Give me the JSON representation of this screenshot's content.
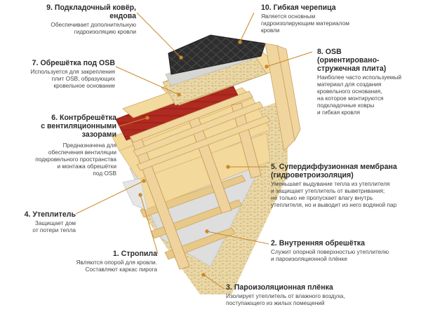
{
  "callouts": {
    "c9": {
      "title_line1": "9. Подкладочный ковёр,",
      "title_line2": "ендова",
      "desc_line1": "Обеспечивает дополнительную",
      "desc_line2": "гидроизоляцию кровли"
    },
    "c10": {
      "title": "10. Гибкая черепица",
      "desc_line1": "Является основным",
      "desc_line2": "гидроизолирующим материалом",
      "desc_line3": "кровли"
    },
    "c7": {
      "title": "7. Обрешётка под OSB",
      "desc_line1": "Используется для закрепления",
      "desc_line2": "плит OSB, образующих",
      "desc_line3": "кровельное основание"
    },
    "c8": {
      "title_line1": "8. OSB",
      "title_line2": "(ориентировано-",
      "title_line3": "стружечная плита)",
      "desc_line1": "Наиболее часто используемый",
      "desc_line2": "материал для создания",
      "desc_line3": "кровельного  основания,",
      "desc_line4": "на которое монтируются",
      "desc_line5": "подкладочные ковры",
      "desc_line6": "и гибкая кровля"
    },
    "c6": {
      "title_line1": "6. Контрбрешётка",
      "title_line2": "с вентиляционными",
      "title_line3": "зазорами",
      "desc_line1": "Предназначена для",
      "desc_line2": "обеспечения вентиляции",
      "desc_line3": "подкровельного пространства",
      "desc_line4": "и монтажа обрешётки",
      "desc_line5": "под OSB"
    },
    "c5": {
      "title_line1": "5. Супердиффузионная мембрана",
      "title_line2": "(гидроветроизоляция)",
      "desc_line1": "Уменьшает выдувание тепла из утеплителя",
      "desc_line2": "и защищает утеплитель от выветривания;",
      "desc_line3": "не только не пропускает влагу внутрь",
      "desc_line4": "утеплителя, но и выводит из него водяной пар"
    },
    "c4": {
      "title": "4. Утеплитель",
      "desc_line1": "Защищает дом",
      "desc_line2": "от потери тепла"
    },
    "c2": {
      "title": "2. Внутренняя обрешётка",
      "desc_line1": "Служит опорной поверхностью утеплителю",
      "desc_line2": "и пароизоляционной плёнке"
    },
    "c1": {
      "title": "1. Стропила",
      "desc_line1": "Являются опорой для кровли.",
      "desc_line2": "Составляют каркас пирога"
    },
    "c3": {
      "title": "3. Пароизоляционная плёнка",
      "desc_line1": "Изолирует утеплитель от влажного воздуха,",
      "desc_line2": "поступающего из жилых помещений"
    }
  },
  "colors": {
    "shingles": "#2e2e2e",
    "underlay": "#d9d9d6",
    "osb": "#ecd9a8",
    "counter_batten": "#b22a22",
    "wood": "#f0d29a",
    "insulation": "#f5dc9d",
    "membrane": "#e0e0e0",
    "leader": "#c9882a"
  }
}
